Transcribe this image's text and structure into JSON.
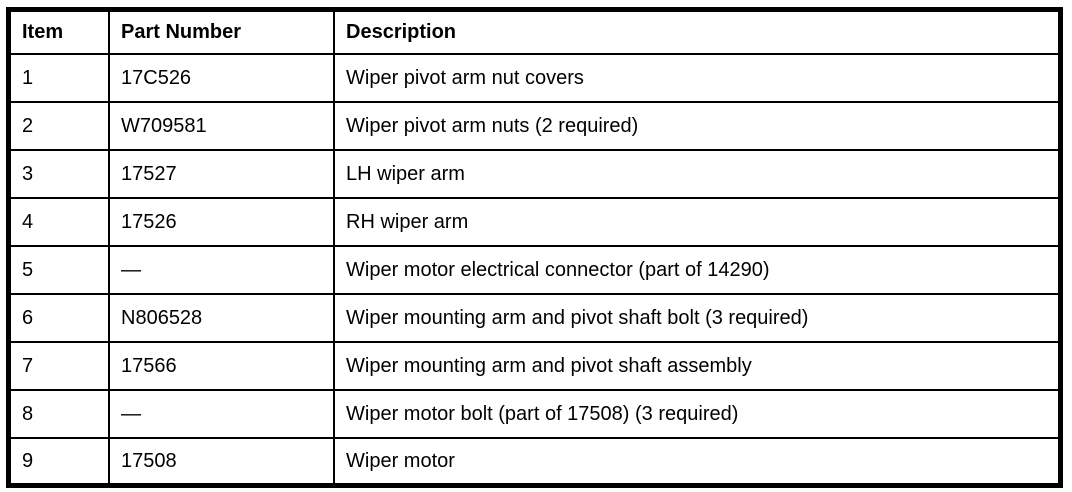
{
  "table": {
    "columns": [
      {
        "key": "item",
        "label": "Item"
      },
      {
        "key": "part_number",
        "label": "Part Number"
      },
      {
        "key": "description",
        "label": "Description"
      }
    ],
    "rows": [
      {
        "item": "1",
        "part_number": "17C526",
        "description": "Wiper pivot arm nut covers"
      },
      {
        "item": "2",
        "part_number": "W709581",
        "description": "Wiper pivot arm nuts (2 required)"
      },
      {
        "item": "3",
        "part_number": "17527",
        "description": "LH wiper arm"
      },
      {
        "item": "4",
        "part_number": "17526",
        "description": "RH wiper arm"
      },
      {
        "item": "5",
        "part_number": "—",
        "description": "Wiper motor electrical connector (part of 14290)"
      },
      {
        "item": "6",
        "part_number": "N806528",
        "description": "Wiper mounting arm and pivot shaft bolt (3 required)"
      },
      {
        "item": "7",
        "part_number": "17566",
        "description": "Wiper mounting arm and pivot shaft assembly"
      },
      {
        "item": "8",
        "part_number": "—",
        "description": "Wiper motor bolt (part of 17508) (3 required)"
      },
      {
        "item": "9",
        "part_number": "17508",
        "description": "Wiper motor"
      }
    ]
  },
  "colors": {
    "background": "#ffffff",
    "border": "#000000",
    "text": "#000000"
  }
}
